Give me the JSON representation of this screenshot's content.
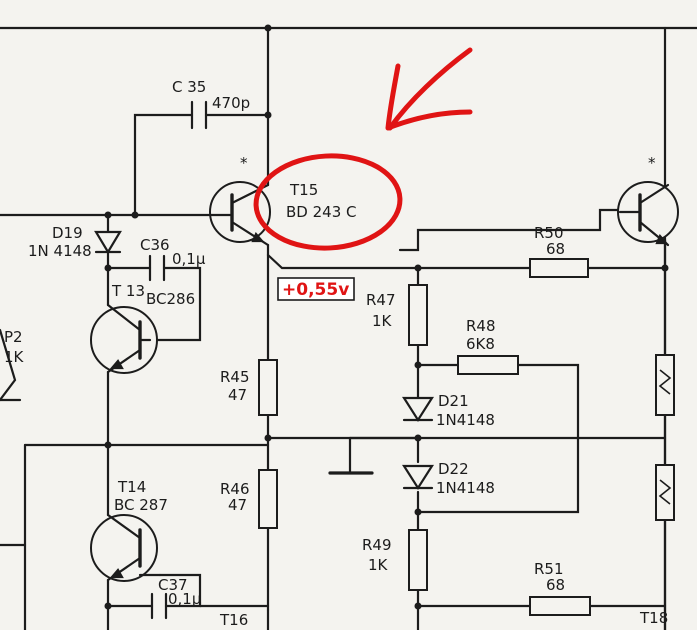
{
  "labels": {
    "c35_name": "C 35",
    "c35_value": "470p",
    "t15_name": "T15",
    "t15_type": "BD 243 C",
    "d19_name": "D19",
    "d19_type": "1N 4148",
    "c36_name": "C36",
    "c36_value": "0,1µ",
    "t13_name": "T 13",
    "t13_type": "BC286",
    "p2_name": "P2",
    "p2_value": "1K",
    "r45_name": "R45",
    "r45_value": "47",
    "r46_name": "R46",
    "r46_value": "47",
    "t14_name": "T14",
    "t14_type": "BC 287",
    "c37_name": "C37",
    "c37_value": "0,1µ",
    "t16_name": "T16",
    "r47_name": "R47",
    "r47_value": "1K",
    "r48_name": "R48",
    "r48_value": "6K8",
    "d21_name": "D21",
    "d21_type": "1N4148",
    "d22_name": "D22",
    "d22_type": "1N4148",
    "r49_name": "R49",
    "r49_value": "1K",
    "r50_name": "R50",
    "r50_value": "68",
    "r51_name": "R51",
    "r51_value": "68",
    "t18_name": "T18",
    "star1": "*",
    "star2": "*"
  },
  "annotation": {
    "voltage": "+0,55v",
    "color": "#e01414"
  }
}
